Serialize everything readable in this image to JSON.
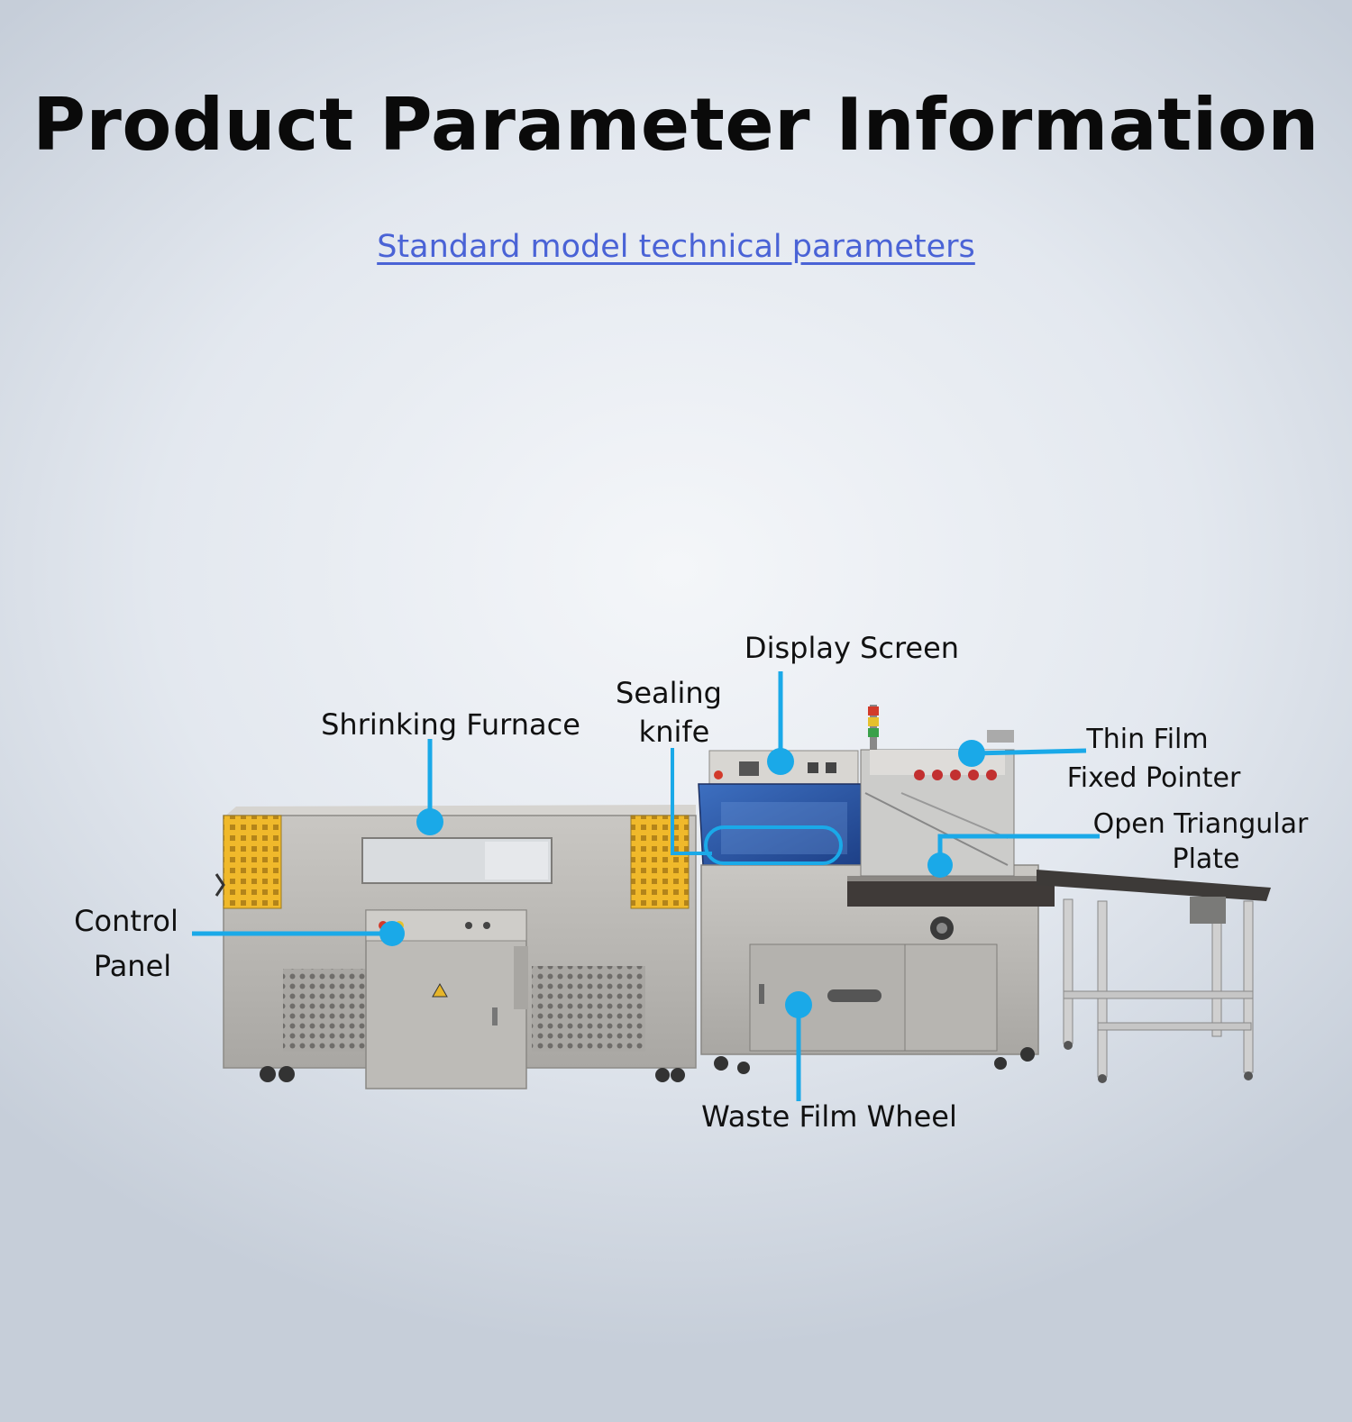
{
  "header": {
    "title": "Product Parameter Information",
    "subtitle_link": "Standard model technical parameters"
  },
  "callouts": {
    "display_screen": "Display Screen",
    "sealing_knife_line1": "Sealing",
    "sealing_knife_line2": "knife",
    "shrinking_furnace": "Shrinking Furnace",
    "thin_film_line1": "Thin Film",
    "thin_film_line2": "Fixed Pointer",
    "open_triangular_line1": "Open Triangular",
    "open_triangular_line2": "Plate",
    "control_panel_line1": "Control",
    "control_panel_line2": "Panel",
    "waste_film_wheel": "Waste Film Wheel"
  },
  "colors": {
    "callout_accent": "#1aa9e8",
    "machine_body": "#b9b7b3",
    "vent_yellow": "#f0b92b",
    "link": "#4a63d6"
  }
}
